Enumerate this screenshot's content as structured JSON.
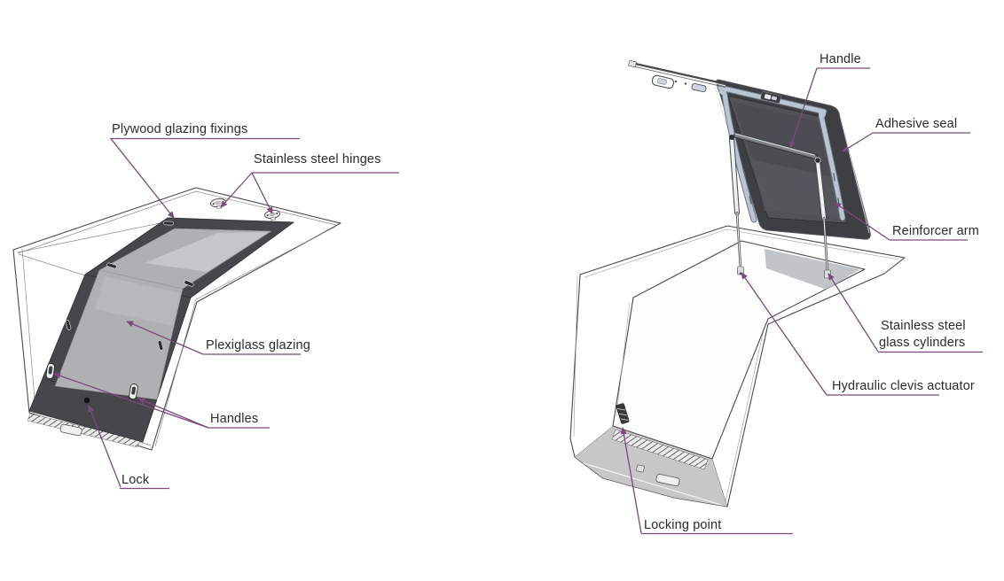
{
  "figure": {
    "views": {
      "left": {
        "labels": {
          "plywood_fixings": "Plywood glazing fixings",
          "hinges": "Stainless steel hinges",
          "glazing": "Plexiglass glazing",
          "handles": "Handles",
          "lock": "Lock"
        }
      },
      "right": {
        "labels": {
          "handle": "Handle",
          "adhesive_seal": "Adhesive seal",
          "reinforcer_arm": "Reinforcer arm",
          "cylinders_line1": "Stainless steel",
          "cylinders_line2": "glass cylinders",
          "actuator": "Hydraulic clevis actuator",
          "locking_point": "Locking point"
        }
      }
    }
  },
  "colors": {
    "leader": "#7c4a7a",
    "label_text": "#2b2b2b",
    "outline": "#4a4a4a",
    "door_dark_left": "#45474a",
    "door_dark_right": "#3d3f43",
    "glazing_gray": "#aeb0b2",
    "glazing_dark": "#4b4d52",
    "reinforcer_blue_gray": "#b9c5d3",
    "panel_light_gray": "#c7c7c7",
    "background": "#ffffff"
  }
}
